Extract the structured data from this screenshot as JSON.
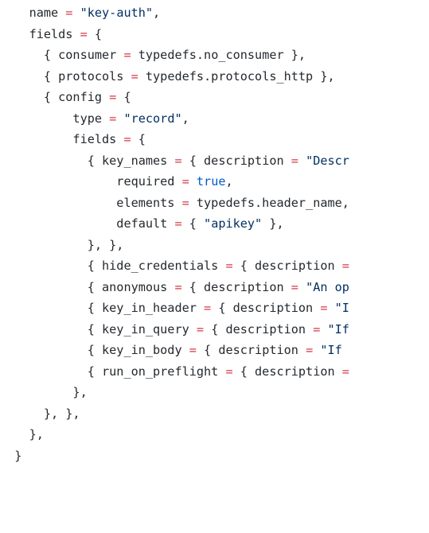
{
  "editor": {
    "language": "lua",
    "colors": {
      "text": "#24292e",
      "operator": "#d73a49",
      "string": "#032f62",
      "keyword": "#005cc5",
      "background": "#ffffff"
    },
    "lines": [
      [
        {
          "t": "plain",
          "v": "    name "
        },
        {
          "t": "op",
          "v": "="
        },
        {
          "t": "plain",
          "v": " "
        },
        {
          "t": "str",
          "v": "\"key-auth\""
        },
        {
          "t": "plain",
          "v": ","
        }
      ],
      [
        {
          "t": "plain",
          "v": "    fields "
        },
        {
          "t": "op",
          "v": "="
        },
        {
          "t": "plain",
          "v": " {"
        }
      ],
      [
        {
          "t": "plain",
          "v": "      { consumer "
        },
        {
          "t": "op",
          "v": "="
        },
        {
          "t": "plain",
          "v": " typedefs.no_consumer },"
        }
      ],
      [
        {
          "t": "plain",
          "v": "      { protocols "
        },
        {
          "t": "op",
          "v": "="
        },
        {
          "t": "plain",
          "v": " typedefs.protocols_http },"
        }
      ],
      [
        {
          "t": "plain",
          "v": "      { config "
        },
        {
          "t": "op",
          "v": "="
        },
        {
          "t": "plain",
          "v": " {"
        }
      ],
      [
        {
          "t": "plain",
          "v": "          type "
        },
        {
          "t": "op",
          "v": "="
        },
        {
          "t": "plain",
          "v": " "
        },
        {
          "t": "str",
          "v": "\"record\""
        },
        {
          "t": "plain",
          "v": ","
        }
      ],
      [
        {
          "t": "plain",
          "v": "          fields "
        },
        {
          "t": "op",
          "v": "="
        },
        {
          "t": "plain",
          "v": " {"
        }
      ],
      [
        {
          "t": "plain",
          "v": "            { key_names "
        },
        {
          "t": "op",
          "v": "="
        },
        {
          "t": "plain",
          "v": " { description "
        },
        {
          "t": "op",
          "v": "="
        },
        {
          "t": "plain",
          "v": " "
        },
        {
          "t": "str",
          "v": "\"Descr"
        }
      ],
      [
        {
          "t": "plain",
          "v": "                required "
        },
        {
          "t": "op",
          "v": "="
        },
        {
          "t": "plain",
          "v": " "
        },
        {
          "t": "kw",
          "v": "true"
        },
        {
          "t": "plain",
          "v": ","
        }
      ],
      [
        {
          "t": "plain",
          "v": "                elements "
        },
        {
          "t": "op",
          "v": "="
        },
        {
          "t": "plain",
          "v": " typedefs.header_name,"
        }
      ],
      [
        {
          "t": "plain",
          "v": "                default "
        },
        {
          "t": "op",
          "v": "="
        },
        {
          "t": "plain",
          "v": " { "
        },
        {
          "t": "str",
          "v": "\"apikey\""
        },
        {
          "t": "plain",
          "v": " },"
        }
      ],
      [
        {
          "t": "plain",
          "v": "            }, },"
        }
      ],
      [
        {
          "t": "plain",
          "v": "            { hide_credentials "
        },
        {
          "t": "op",
          "v": "="
        },
        {
          "t": "plain",
          "v": " { description "
        },
        {
          "t": "op",
          "v": "="
        }
      ],
      [
        {
          "t": "plain",
          "v": "            { anonymous "
        },
        {
          "t": "op",
          "v": "="
        },
        {
          "t": "plain",
          "v": " { description "
        },
        {
          "t": "op",
          "v": "="
        },
        {
          "t": "plain",
          "v": " "
        },
        {
          "t": "str",
          "v": "\"An op"
        }
      ],
      [
        {
          "t": "plain",
          "v": "            { key_in_header "
        },
        {
          "t": "op",
          "v": "="
        },
        {
          "t": "plain",
          "v": " { description "
        },
        {
          "t": "op",
          "v": "="
        },
        {
          "t": "plain",
          "v": " "
        },
        {
          "t": "str",
          "v": "\"I"
        }
      ],
      [
        {
          "t": "plain",
          "v": "            { key_in_query "
        },
        {
          "t": "op",
          "v": "="
        },
        {
          "t": "plain",
          "v": " { description "
        },
        {
          "t": "op",
          "v": "="
        },
        {
          "t": "plain",
          "v": " "
        },
        {
          "t": "str",
          "v": "\"If"
        }
      ],
      [
        {
          "t": "plain",
          "v": "            { key_in_body "
        },
        {
          "t": "op",
          "v": "="
        },
        {
          "t": "plain",
          "v": " { description "
        },
        {
          "t": "op",
          "v": "="
        },
        {
          "t": "plain",
          "v": " "
        },
        {
          "t": "str",
          "v": "\"If"
        }
      ],
      [
        {
          "t": "plain",
          "v": "            { run_on_preflight "
        },
        {
          "t": "op",
          "v": "="
        },
        {
          "t": "plain",
          "v": " { description "
        },
        {
          "t": "op",
          "v": "="
        }
      ],
      [
        {
          "t": "plain",
          "v": "          },"
        }
      ],
      [
        {
          "t": "plain",
          "v": "      }, },"
        }
      ],
      [
        {
          "t": "plain",
          "v": "    },"
        }
      ],
      [
        {
          "t": "plain",
          "v": "  }"
        }
      ]
    ]
  }
}
